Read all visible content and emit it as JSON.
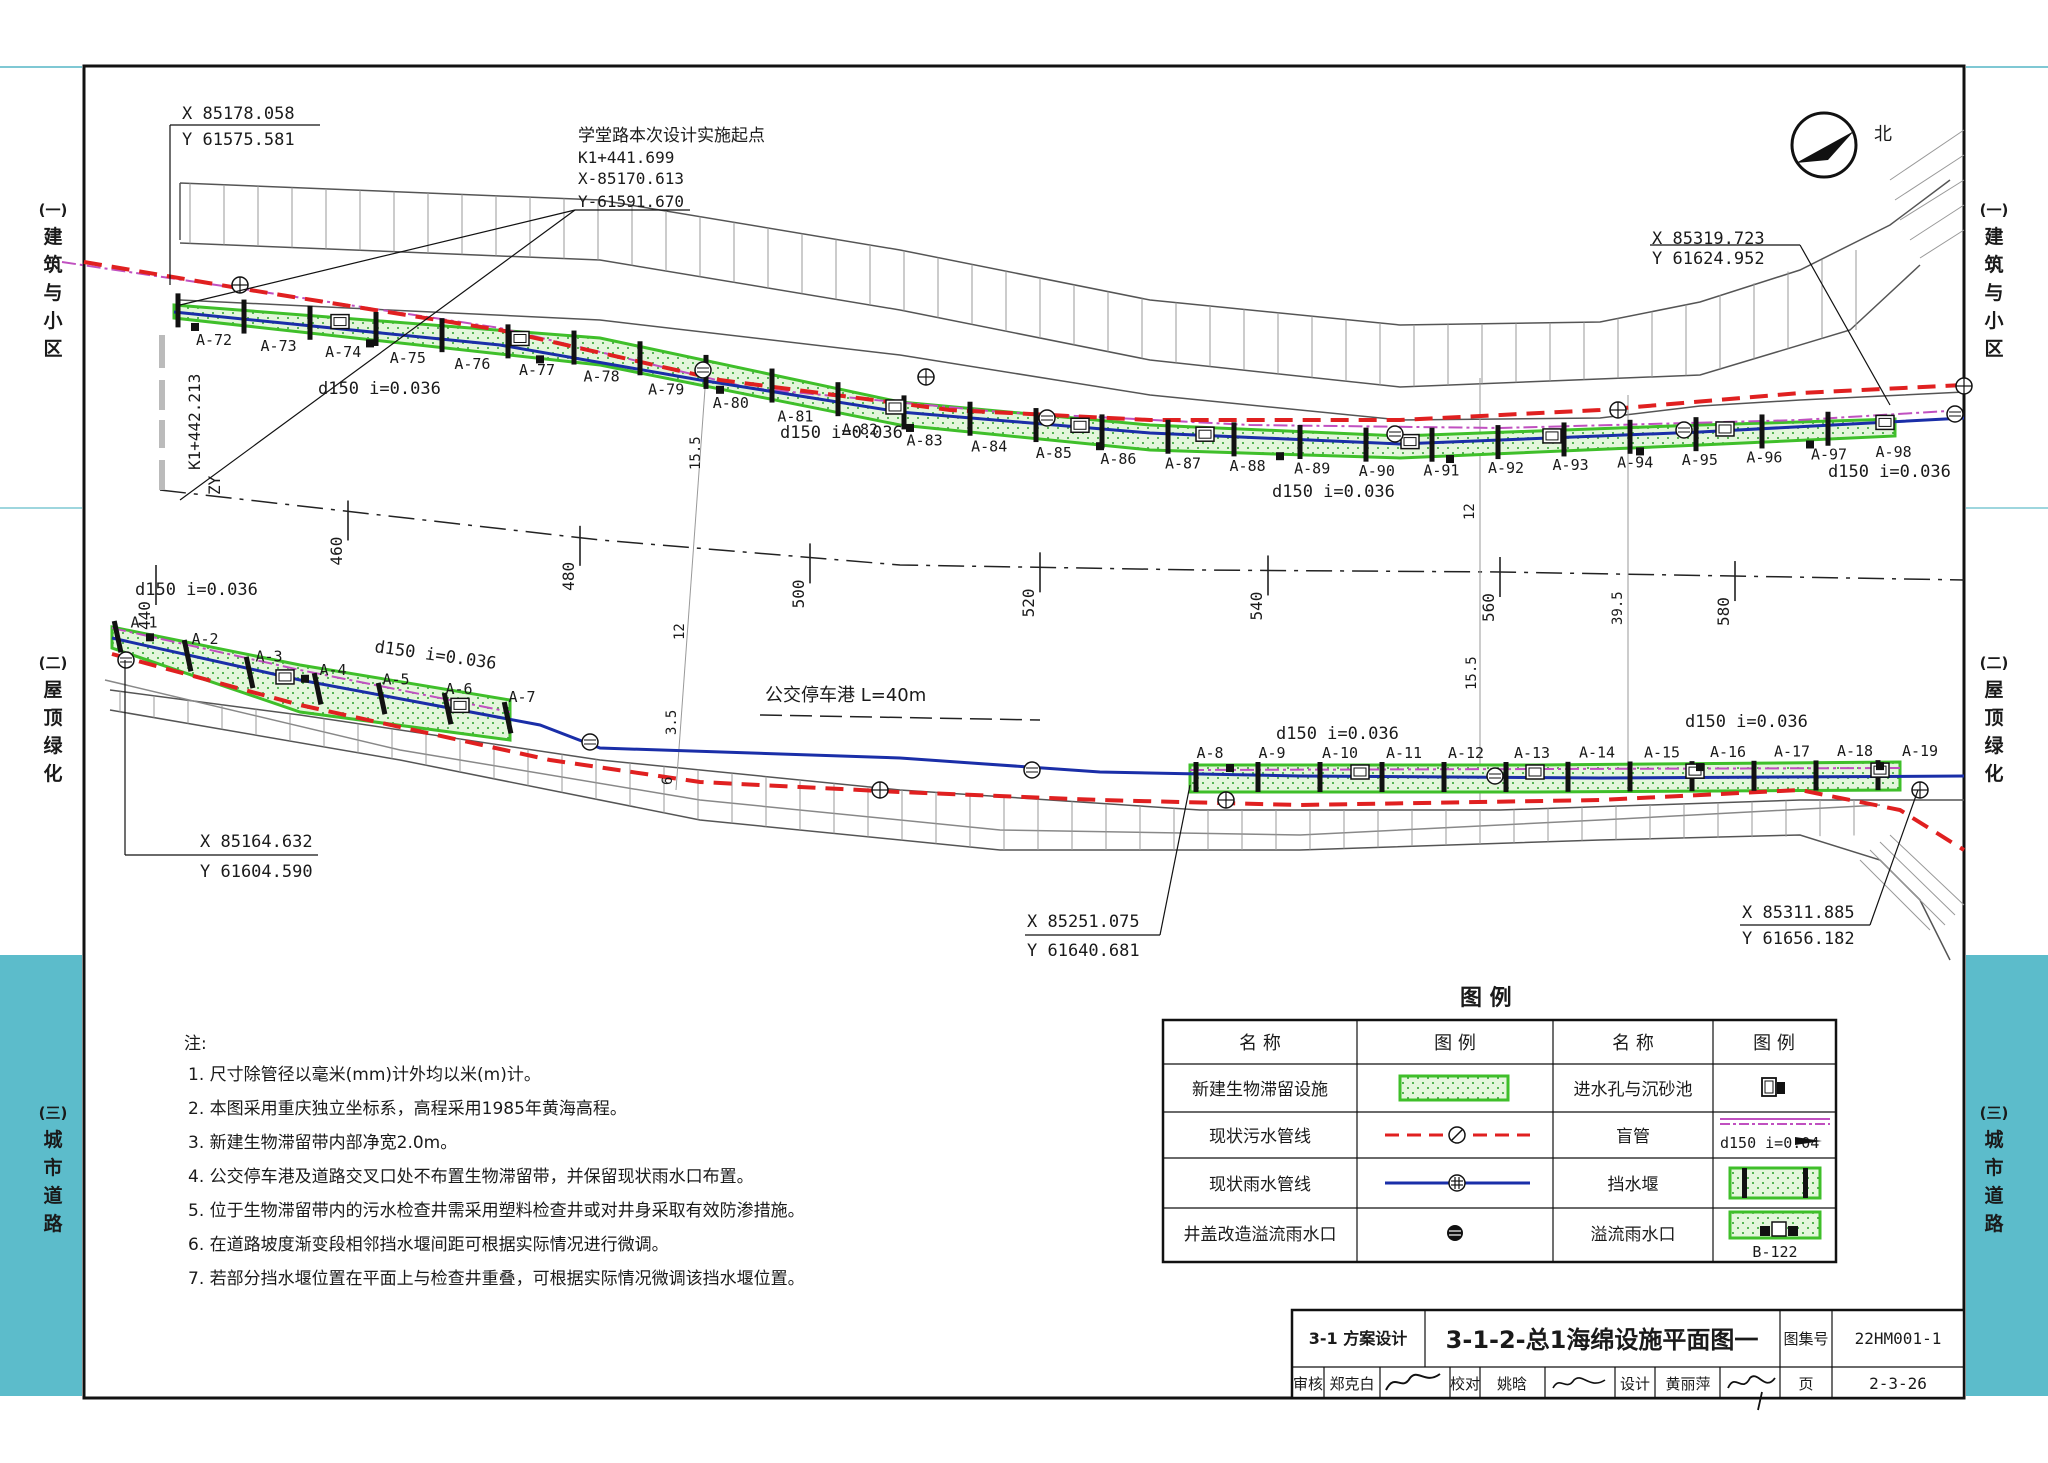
{
  "side_tabs": [
    {
      "left": [
        "(一)",
        "建",
        "筑",
        "与",
        "小",
        "区"
      ],
      "right": [
        "(一)",
        "建",
        "筑",
        "与",
        "小",
        "区"
      ]
    },
    {
      "left": [
        "(二)",
        "屋",
        "顶",
        "绿",
        "化"
      ],
      "right": [
        "(二)",
        "屋",
        "顶",
        "绿",
        "化"
      ]
    },
    {
      "left": [
        "(三)",
        "城",
        "市",
        "道",
        "路"
      ],
      "right": [
        "(三)",
        "城",
        "市",
        "道",
        "路"
      ]
    }
  ],
  "colors": {
    "tab_active": "#5cbccb",
    "tab_line": "#7fc8d4",
    "bioretention": "#3fbf2a",
    "sewer": "#e02020",
    "storm": "#1a2ea8",
    "blind_pipe": "#c050c0"
  },
  "north": {
    "label": "北"
  },
  "coords": {
    "top_left": {
      "x": "X 85178.058",
      "y": "Y 61575.581"
    },
    "start_point": {
      "title": "学堂路本次设计实施起点",
      "k": "K1+441.699",
      "x": "X-85170.613",
      "y": "Y-61591.670"
    },
    "top_right": {
      "x": "X 85319.723",
      "y": "Y 61624.952"
    },
    "bottom_left": {
      "x": "X 85164.632",
      "y": "Y 61604.590"
    },
    "bottom_mid": {
      "x": "X 85251.075",
      "y": "Y 61640.681"
    },
    "bottom_right": {
      "x": "X 85311.885",
      "y": "Y 61656.182"
    }
  },
  "chainage": {
    "k_zy": "K1+442.213",
    "zy": "ZY",
    "stations": [
      "440",
      "460",
      "480",
      "500",
      "520",
      "540",
      "560",
      "580"
    ]
  },
  "dims": [
    "15.5",
    "12",
    "3.5",
    "6",
    "12",
    "15.5",
    "39.5"
  ],
  "pipe_labels": [
    "d150  i=0.036",
    "d150  i=0.036",
    "d150  i=0.036",
    "d150  i=0.036",
    "d150  i=0.036",
    "d150  i=0.036",
    "d150  i=0.036"
  ],
  "bus_bay": "公交停车港 L=40m",
  "upper_labels": [
    "A-72",
    "A-73",
    "A-74",
    "A-75",
    "A-76",
    "A-77",
    "A-78",
    "A-79",
    "A-80",
    "A-81",
    "A-82",
    "A-83",
    "A-84",
    "A-85",
    "A-86",
    "A-87",
    "A-88",
    "A-89",
    "A-90",
    "A-91",
    "A-92",
    "A-93",
    "A-94",
    "A-95",
    "A-96",
    "A-97",
    "A-98"
  ],
  "lower_labels": [
    "A-1",
    "A-2",
    "A-3",
    "A-4",
    "A-5",
    "A-6",
    "A-7",
    "A-8",
    "A-9",
    "A-10",
    "A-11",
    "A-12",
    "A-13",
    "A-14",
    "A-15",
    "A-16",
    "A-17",
    "A-18",
    "A-19"
  ],
  "notes": {
    "title": "注:",
    "items": [
      "1. 尺寸除管径以毫米(mm)计外均以米(m)计。",
      "2. 本图采用重庆独立坐标系，高程采用1985年黄海高程。",
      "3. 新建生物滞留带内部净宽2.0m。",
      "4. 公交停车港及道路交叉口处不布置生物滞留带，并保留现状雨水口布置。",
      "5. 位于生物滞留带内的污水检查井需采用塑料检查井或对井身采取有效防渗措施。",
      "6. 在道路坡度渐变段相邻挡水堰间距可根据实际情况进行微调。",
      "7. 若部分挡水堰位置在平面上与检查井重叠，可根据实际情况微调该挡水堰位置。"
    ]
  },
  "legend": {
    "title": "图  例",
    "headers": [
      "名  称",
      "图  例",
      "名  称",
      "图  例"
    ],
    "rows": [
      {
        "left": "新建生物滞留设施",
        "right": "进水孔与沉砂池"
      },
      {
        "left": "现状污水管线",
        "right": "盲管"
      },
      {
        "left": "现状雨水管线",
        "right": "挡水堰"
      },
      {
        "left": "井盖改造溢流雨水口",
        "right": "溢流雨水口"
      }
    ],
    "blind_pipe_sample": "d150  i=0.04",
    "overflow_sample": "B-122"
  },
  "title_block": {
    "section": "3-1 方案设计",
    "title": "3-1-2-总1海绵设施平面图一",
    "atlas_label": "图集号",
    "atlas_no": "22HM001-1",
    "review_label": "审核",
    "reviewer": "郑克白",
    "check_label": "校对",
    "checker": "姚晗",
    "design_label": "设计",
    "designer": "黄丽萍",
    "page_label": "页",
    "page_no": "2-3-26"
  }
}
